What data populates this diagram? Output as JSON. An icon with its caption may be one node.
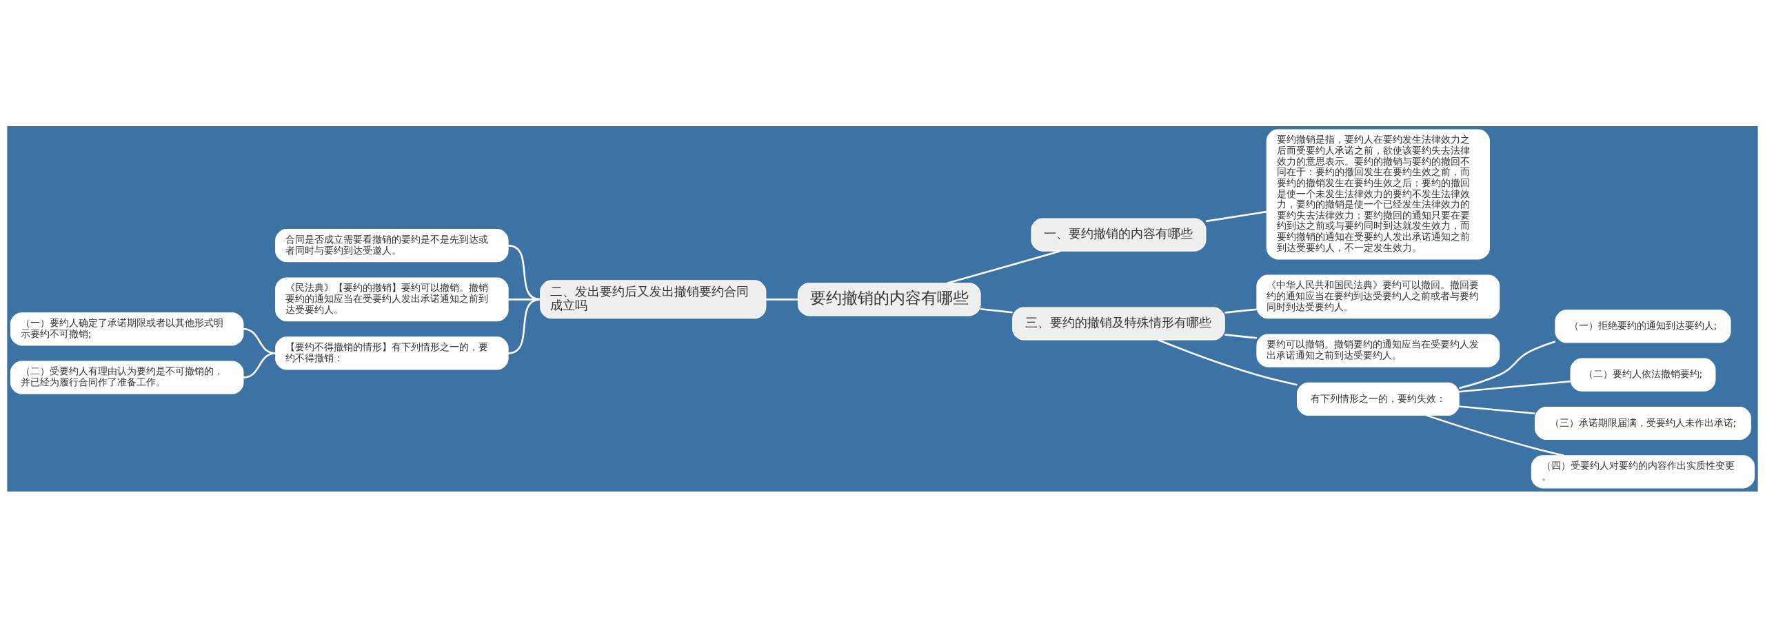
{
  "diagram": {
    "nodes": [
      {
        "text": [
          "要约撤销的内容有哪些"
        ]
      },
      {
        "text": [
          "一、要约撤销的内容有哪些"
        ]
      },
      {
        "text": [
          "要约撤销是指，要约人在要约发生法律效力之后而受要约人承诺之前，欲使该要约失去法律效力的意思表示。要约的撤销与要约的撤回不同在于：要约的撤回发生在要约生效之前，而要约的撤销发生在要约生效之后；要约的撤回是使一个未发生法律效力的要约不发生法律效力，要约的撤销是使一个已经发生法律效力的要约失去法律效力；要约撤回的通知只要在要约到达之前或与要约同时到达就发生效力，而要约撤销的通知在受要约人发出承诺通知之前到达受要约人，不一定发生效力。"
        ]
      },
      {
        "text": [
          "二、发出要约后又发出撤销要约合同成立吗"
        ]
      },
      {
        "text": [
          "合同是否成立需要看撤销的要约是不是先到达或者同时与要约到达受邀人。"
        ]
      },
      {
        "text": [
          "《民法典》【要约的撤销】要约可以撤销。撤销要约的通知应当在受要约人发出承诺通知之前到达受要约人。"
        ]
      },
      {
        "text": [
          "【要约不得撤销的情形】有下列情形之一的，要约不得撤销："
        ]
      },
      {
        "text": [
          "（一）要约人确定了承诺期限或者以其他形式明示要约不可撤销;"
        ]
      },
      {
        "text": [
          "（二）受要约人有理由认为要约是不可撤销的，并已经为履行合同作了准备工作。"
        ]
      },
      {
        "text": [
          "三、要约的撤销及特殊情形有哪些"
        ]
      },
      {
        "text": [
          "《中华人民共和国民法典》要约可以撤回。撤回要约的通知应当在要约到达受要约人之前或者与要约同时到达受要约人。"
        ]
      },
      {
        "text": [
          "要约可以撤销。撤销要约的通知应当在受要约人发出承诺通知之前到达受要约人。"
        ]
      },
      {
        "text": [
          "有下列情形之一的，要约失效："
        ]
      },
      {
        "text": [
          "（一）拒绝要约的通知到达要约人;"
        ]
      },
      {
        "text": [
          "（二）要约人依法撤销要约;"
        ]
      },
      {
        "text": [
          "（三）承诺期限届满，受要约人未作出承诺;"
        ]
      },
      {
        "text": [
          "（四）受要约人对要约的内容作出实质性变更。"
        ]
      }
    ],
    "edges": [
      {
        "from": 0,
        "to": 1,
        "arrow": "none"
      },
      {
        "from": 1,
        "to": 2,
        "arrow": "none"
      },
      {
        "from": 0,
        "to": 3,
        "arrow": "none"
      },
      {
        "from": 3,
        "to": 4,
        "arrow": "none"
      },
      {
        "from": 3,
        "to": 5,
        "arrow": "none"
      },
      {
        "from": 3,
        "to": 6,
        "arrow": "none"
      },
      {
        "from": 6,
        "to": 7,
        "arrow": "none"
      },
      {
        "from": 6,
        "to": 8,
        "arrow": "none"
      },
      {
        "from": 0,
        "to": 9,
        "arrow": "none"
      },
      {
        "from": 9,
        "to": 10,
        "arrow": "none"
      },
      {
        "from": 9,
        "to": 11,
        "arrow": "none"
      },
      {
        "from": 9,
        "to": 12,
        "arrow": "none"
      },
      {
        "from": 12,
        "to": 13,
        "arrow": "none"
      },
      {
        "from": 12,
        "to": 14,
        "arrow": "none"
      },
      {
        "from": 12,
        "to": 15,
        "arrow": "none"
      },
      {
        "from": 12,
        "to": 16,
        "arrow": "none"
      }
    ]
  }
}
